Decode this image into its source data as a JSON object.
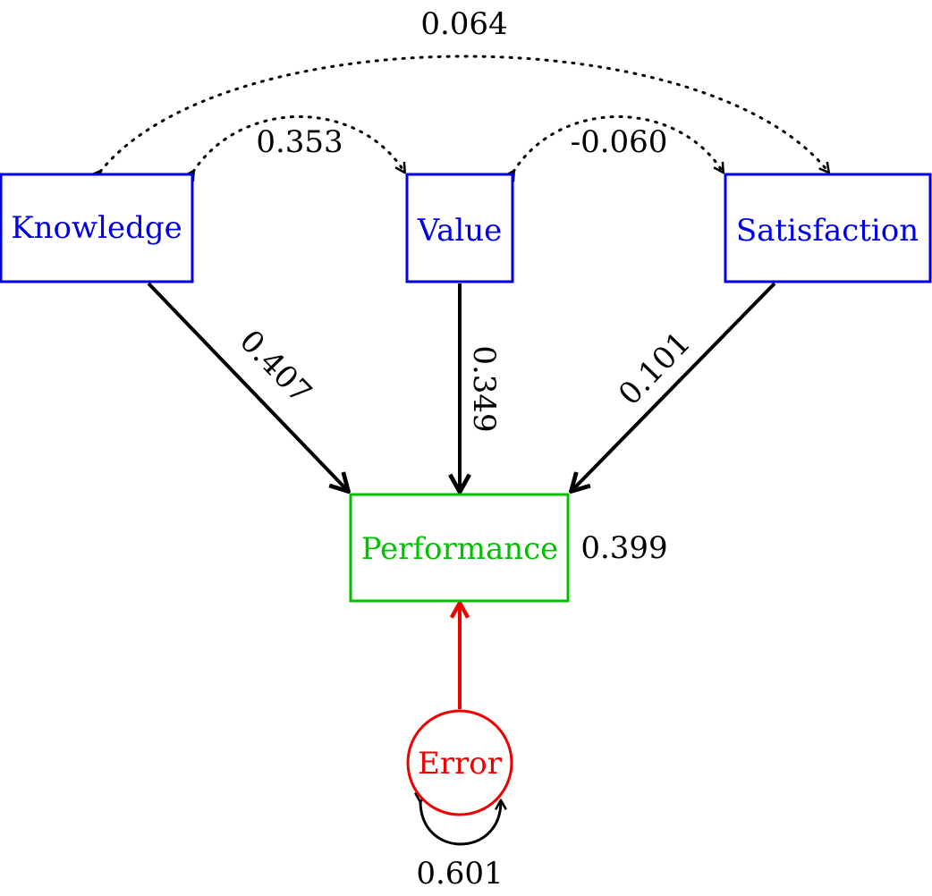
{
  "diagram": {
    "nodes": {
      "knowledge": {
        "label": "Knowledge",
        "color": "#0000e6"
      },
      "value": {
        "label": "Value",
        "color": "#0000e6"
      },
      "satisfaction": {
        "label": "Satisfaction",
        "color": "#0000e6"
      },
      "performance": {
        "label": "Performance",
        "color": "#00c000"
      },
      "error": {
        "label": "Error",
        "color": "#ee0000"
      }
    },
    "paths": {
      "knowledge_performance": "0.407",
      "value_performance": "0.349",
      "satisfaction_performance": "0.101"
    },
    "covariances": {
      "knowledge_satisfaction": "0.064",
      "knowledge_value": "0.353",
      "value_satisfaction": "-0.060"
    },
    "performance_r2": "0.399",
    "error_variance": "0.601",
    "edge_color": "#000000",
    "error_path_color": "#ee0000"
  }
}
